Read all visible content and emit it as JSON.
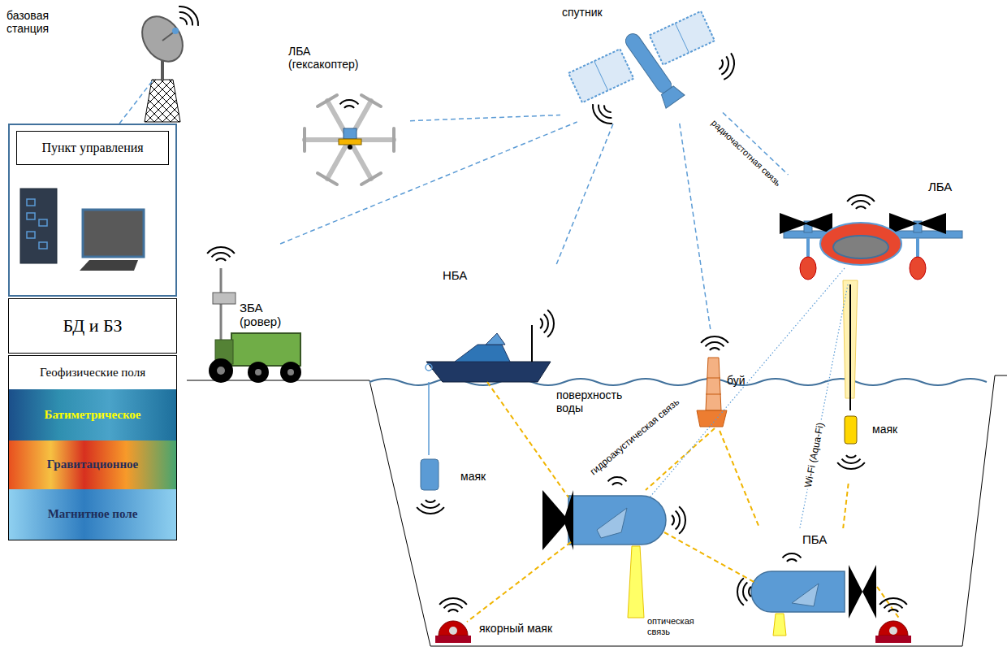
{
  "diagram": {
    "nodes": [
      {
        "text": [
          "Пункт управления"
        ]
      },
      {
        "text": [
          "БД и БЗ"
        ]
      },
      {
        "text": [
          "Геофизические поля"
        ]
      },
      {
        "text": [
          "Батиметрическое"
        ],
        "in": 2
      },
      {
        "text": [
          "Гравитационное"
        ],
        "in": 2
      },
      {
        "text": [
          "Магнитное поле"
        ],
        "in": 2
      },
      {
        "text": [
          "базовая станция"
        ]
      },
      {
        "text": [
          "ЛБА (гексакоптер)"
        ]
      },
      {
        "text": [
          "спутник"
        ]
      },
      {
        "text": [
          "ЛБА"
        ]
      },
      {
        "text": [
          "ЗБА (ровер)"
        ]
      },
      {
        "text": [
          "НБА"
        ]
      },
      {
        "text": [
          "буй"
        ]
      },
      {
        "text": [
          "маяк"
        ]
      },
      {
        "text": [
          "маяк"
        ]
      },
      {
        "text": [
          "ПБА"
        ]
      },
      {
        "text": [
          "якорный маяк"
        ]
      }
    ],
    "edges": [
      {
        "from": 6,
        "to": 0,
        "arrow": "none"
      },
      {
        "from": 7,
        "to": 8,
        "arrow": "none"
      },
      {
        "from": 10,
        "to": 8,
        "arrow": "none"
      },
      {
        "from": 11,
        "to": 8,
        "arrow": "none"
      },
      {
        "from": 12,
        "to": 8,
        "arrow": "none"
      },
      {
        "from": 8,
        "to": 9,
        "label": "радиочастотная связь",
        "arrow": "none"
      },
      {
        "from": 11,
        "to": 13,
        "arrow": "none"
      },
      {
        "from": 9,
        "to": 14,
        "arrow": "none"
      },
      {
        "from": 12,
        "to": 15,
        "arrow": "none"
      },
      {
        "from": 14,
        "to": 15,
        "arrow": "none"
      },
      {
        "from": 9,
        "to": 15,
        "label": "Wi-Fi (Aqua-Fi)",
        "arrow": "none"
      }
    ],
    "labels": [
      "поверхность воды",
      "гидроакустическая связь",
      "оптическая связь"
    ]
  }
}
